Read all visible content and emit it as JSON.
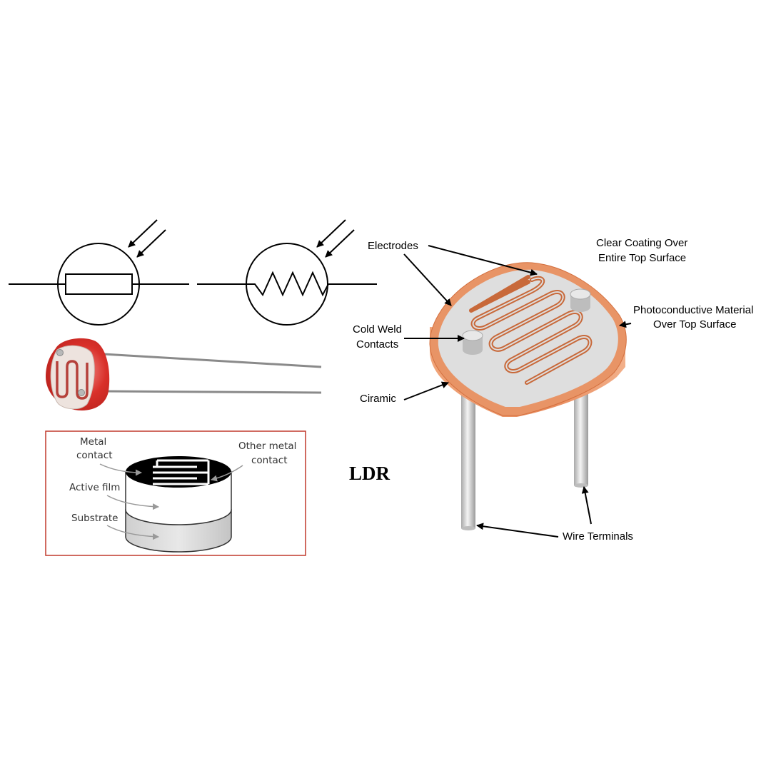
{
  "title": "LDR",
  "labels": {
    "electrodes": "Electrodes",
    "clear_coating_1": "Clear Coating Over",
    "clear_coating_2": "Entire Top Surface",
    "photoconductive_1": "Photoconductive Material",
    "photoconductive_2": "Over Top Surface",
    "cold_weld_1": "Cold Weld",
    "cold_weld_2": "Contacts",
    "ciramic": "Ciramic",
    "wire_terminals": "Wire Terminals"
  },
  "inset": {
    "metal_contact_1": "Metal",
    "metal_contact_2": "contact",
    "other_metal_1": "Other metal",
    "other_metal_2": "contact",
    "active_film": "Active film",
    "substrate": "Substrate",
    "border_color": "#c0392b"
  },
  "colors": {
    "ceramic": "#e89466",
    "ceramic_dark": "#d4703f",
    "electrode_track": "#c8693a",
    "top_surface": "#dcdcdc",
    "photo_body": "#d9302a"
  }
}
